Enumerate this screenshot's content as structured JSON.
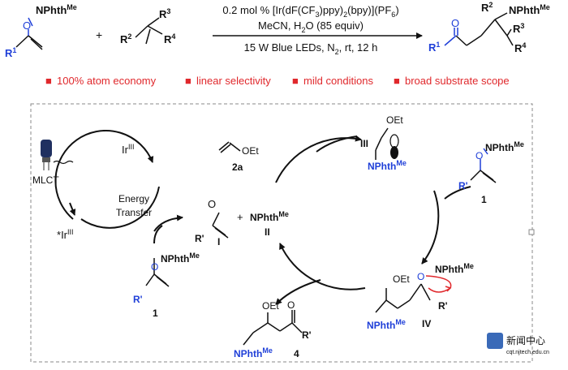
{
  "reaction": {
    "reactant1": {
      "substituent": "NPhth",
      "superscript": "Me",
      "r_group": "R",
      "r_sup": "1"
    },
    "plus": "+",
    "reactant2": {
      "r2": "R",
      "r2_sup": "2",
      "r3": "R",
      "r3_sup": "3",
      "r4": "R",
      "r4_sup": "4"
    },
    "conditions": {
      "line1_prefix": "0.2 mol % [Ir(dF(CF",
      "line1_sub1": "3",
      "line1_mid": ")ppy)",
      "line1_sub2": "2",
      "line1_end": "(bpy)](PF",
      "line1_sub3": "6",
      "line1_close": ")",
      "line2_a": "MeCN, H",
      "line2_sub": "2",
      "line2_b": "O (85 equiv)",
      "line3": "15 W Blue LEDs, N",
      "line3_sub": "2",
      "line3_end": ", rt, 12 h"
    },
    "product": {
      "o": "O",
      "r1": "R",
      "r1_sup": "1",
      "r2": "R",
      "r2_sup": "2",
      "r3": "R",
      "r3_sup": "3",
      "r4": "R",
      "r4_sup": "4",
      "nphth": "NPhth",
      "nphth_sup": "Me"
    }
  },
  "features": [
    "100% atom economy",
    "linear selectivity",
    "mild conditions",
    "broad substrate scope"
  ],
  "feature_bullet": "■",
  "cycle": {
    "mlct": "MLCT",
    "ir_ground": "Ir",
    "ir_ground_sup": "III",
    "ir_excited_star": "*",
    "ir_excited": "Ir",
    "ir_excited_sup": "III",
    "energy_transfer_1": "Energy",
    "energy_transfer_2": "Transfer",
    "radical_I_label": "I",
    "radical_I_r": "R'",
    "radical_I_o": "O",
    "plus": "+",
    "radical_II": "NPhth",
    "radical_II_sup": "Me",
    "radical_II_label": "II",
    "vinyl_ether": "OEt",
    "vinyl_ether_label": "2a",
    "intermediate_III_oet": "OEt",
    "intermediate_III_n": "NPhth",
    "intermediate_III_sup": "Me",
    "intermediate_III_label": "III",
    "reagent_1_n": "NPhth",
    "reagent_1_sup": "Me",
    "reagent_1_o": "O",
    "reagent_1_r": "R'",
    "reagent_1_label": "1",
    "reagent_1b_n": "NPhth",
    "reagent_1b_sup": "Me",
    "reagent_1b_o": "O",
    "reagent_1b_r": "R'",
    "reagent_1b_label": "1",
    "intermediate_IV_oet": "OEt",
    "intermediate_IV_o": "O",
    "intermediate_IV_n": "NPhth",
    "intermediate_IV_sup": "Me",
    "intermediate_IV_n2": "NPhth",
    "intermediate_IV_sup2": "Me",
    "intermediate_IV_r": "R'",
    "intermediate_IV_label": "IV",
    "product_4_oet": "OEt",
    "product_4_o": "O",
    "product_4_r": "R'",
    "product_4_n": "NPhth",
    "product_4_sup": "Me",
    "product_4_label": "4"
  },
  "watermark": {
    "line1": "新闻中心",
    "line2": "cqt.njtech.edu.cn"
  },
  "colors": {
    "blue": "#1f3fd8",
    "red": "#e0282c",
    "black": "#111111",
    "frame": "#888888"
  }
}
